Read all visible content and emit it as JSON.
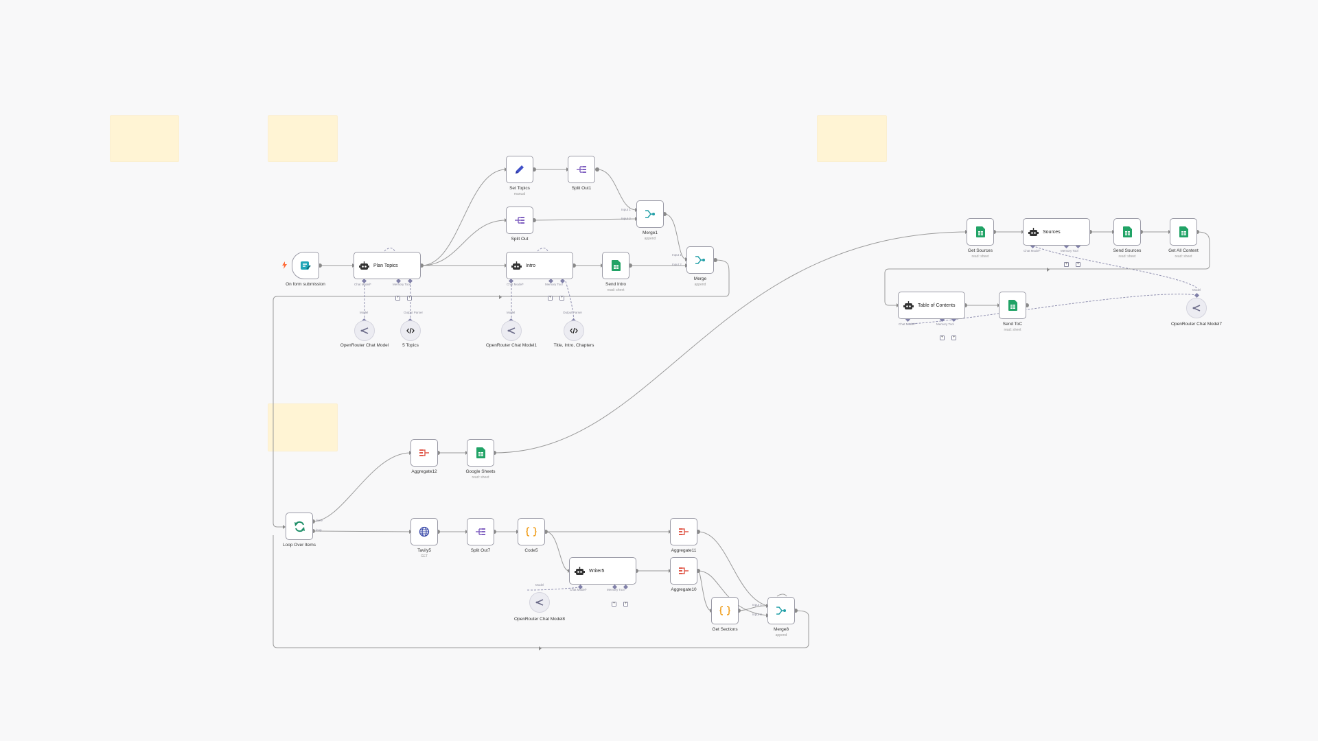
{
  "colors": {
    "canvas": "#f8f8f9",
    "sticky": "#fff4d4",
    "connection": "#9a9a9a",
    "sheets_green": "#21a366",
    "code_orange": "#f0a020",
    "aggregate_red": "#e0594a",
    "split_purple": "#8060c0",
    "edit_blue": "#4050c8",
    "merge_teal": "#24a0a8",
    "trigger_orange": "#ff6d3a"
  },
  "nodes": {
    "form_trigger": {
      "name": "On form submission",
      "icon": "form-icon"
    },
    "plan_topics": {
      "name": "Plan Topics",
      "icon": "robot-icon",
      "tag_model": "Chat Model*",
      "tag_tools": "Memory Tool"
    },
    "openrouter_model": {
      "name": "OpenRouter Chat Model",
      "tag": "Model",
      "icon": "openrouter-icon"
    },
    "five_topics": {
      "name": "5 Topics",
      "tag": "Output Parser",
      "icon": "code-icon"
    },
    "set_topics": {
      "name": "Set Topics",
      "subtitle": "manual",
      "icon": "pencil-icon"
    },
    "split_out1": {
      "name": "Split Out1",
      "icon": "split-icon"
    },
    "split_out": {
      "name": "Split Out",
      "icon": "split-icon"
    },
    "merge1": {
      "name": "Merge1",
      "subtitle": "append",
      "icon": "merge-icon",
      "in1": "Input 1",
      "in2": "Input 2"
    },
    "intro": {
      "name": "Intro",
      "icon": "robot-icon",
      "tag_model": "Chat Model*",
      "tag_tools": "Memory Tool"
    },
    "openrouter_model1": {
      "name": "OpenRouter Chat Model1",
      "tag": "Model",
      "icon": "openrouter-icon"
    },
    "title_intro": {
      "name": "Title, Intro, Chapters",
      "tag": "Output Parser",
      "icon": "code-icon"
    },
    "send_intro": {
      "name": "Send Intro",
      "subtitle": "read: sheet",
      "icon": "sheets-icon"
    },
    "merge": {
      "name": "Merge",
      "subtitle": "append",
      "icon": "merge-icon",
      "in1": "Input 1",
      "in2": "Input 2"
    },
    "get_sources": {
      "name": "Get Sources",
      "subtitle": "read: sheet",
      "icon": "sheets-icon"
    },
    "sources": {
      "name": "Sources",
      "icon": "robot-icon",
      "tag_model": "Chat Model*",
      "tag_tools": "Memory Tool"
    },
    "send_sources": {
      "name": "Send Sources",
      "subtitle": "read: sheet",
      "icon": "sheets-icon"
    },
    "get_all_content": {
      "name": "Get All Content",
      "subtitle": "read: sheet",
      "icon": "sheets-icon"
    },
    "toc": {
      "name": "Table of Contents",
      "icon": "robot-icon",
      "tag_model": "Chat Model*",
      "tag_tools": "Memory Tool"
    },
    "send_toc": {
      "name": "Send ToC",
      "subtitle": "read: sheet",
      "icon": "sheets-icon"
    },
    "openrouter_model7": {
      "name": "OpenRouter Chat Model7",
      "tag": "Model",
      "icon": "openrouter-icon"
    },
    "aggregate12": {
      "name": "Aggregate12",
      "icon": "aggregate-icon"
    },
    "google_sheets": {
      "name": "Google Sheets",
      "subtitle": "read: sheet",
      "icon": "sheets-icon"
    },
    "loop": {
      "name": "Loop Over Items",
      "icon": "loop-icon",
      "out_done": "done",
      "out_loop": "loop"
    },
    "tavily5": {
      "name": "Tavily5",
      "subtitle": "GET",
      "icon": "globe-icon"
    },
    "split_out7": {
      "name": "Split Out7",
      "icon": "split-icon"
    },
    "code5": {
      "name": "Code5",
      "icon": "braces-icon"
    },
    "aggregate11": {
      "name": "Aggregate11",
      "icon": "aggregate-icon"
    },
    "writer5": {
      "name": "Writer5",
      "icon": "robot-icon",
      "tag_model": "Chat Model*",
      "tag_tools": "Memory Tool"
    },
    "openrouter_model8": {
      "name": "OpenRouter Chat Model8",
      "tag": "Model",
      "icon": "openrouter-icon"
    },
    "aggregate10": {
      "name": "Aggregate10",
      "icon": "aggregate-icon"
    },
    "get_sections": {
      "name": "Get Sections",
      "icon": "braces-icon"
    },
    "merge8": {
      "name": "Merge8",
      "subtitle": "append",
      "icon": "merge-icon",
      "in1": "Input 1",
      "in2": "Input 2"
    }
  }
}
